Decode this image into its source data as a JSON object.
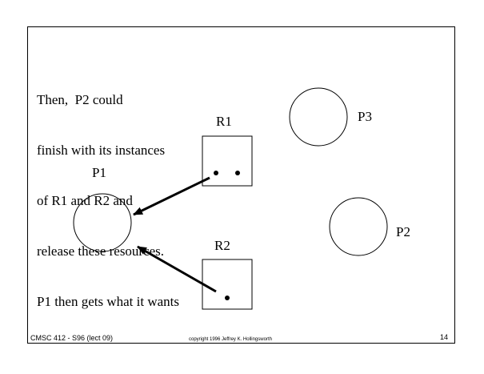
{
  "caption": {
    "lines": [
      "Then,  P2 could",
      "finish with its instances",
      "of R1 and R2 and",
      "release these resources.",
      "P1 then gets what it wants"
    ]
  },
  "nodes": {
    "processes": [
      {
        "id": "P1",
        "label": "P1"
      },
      {
        "id": "P2",
        "label": "P2"
      },
      {
        "id": "P3",
        "label": "P3"
      }
    ],
    "resources": [
      {
        "id": "R1",
        "label": "R1",
        "instances": 2
      },
      {
        "id": "R2",
        "label": "R2",
        "instances": 1
      }
    ]
  },
  "edges": [
    {
      "from": "R1",
      "to": "P1",
      "type": "assignment"
    },
    {
      "from": "R2",
      "to": "P1",
      "type": "assignment"
    }
  ],
  "footer": {
    "course": "CMSC 412 - S96  (lect 09)",
    "copyright": "copyright 1996 Jeffrey K. Hollingsworth",
    "page_number": "14"
  },
  "colors": {
    "ink": "#000000",
    "background": "#ffffff"
  }
}
